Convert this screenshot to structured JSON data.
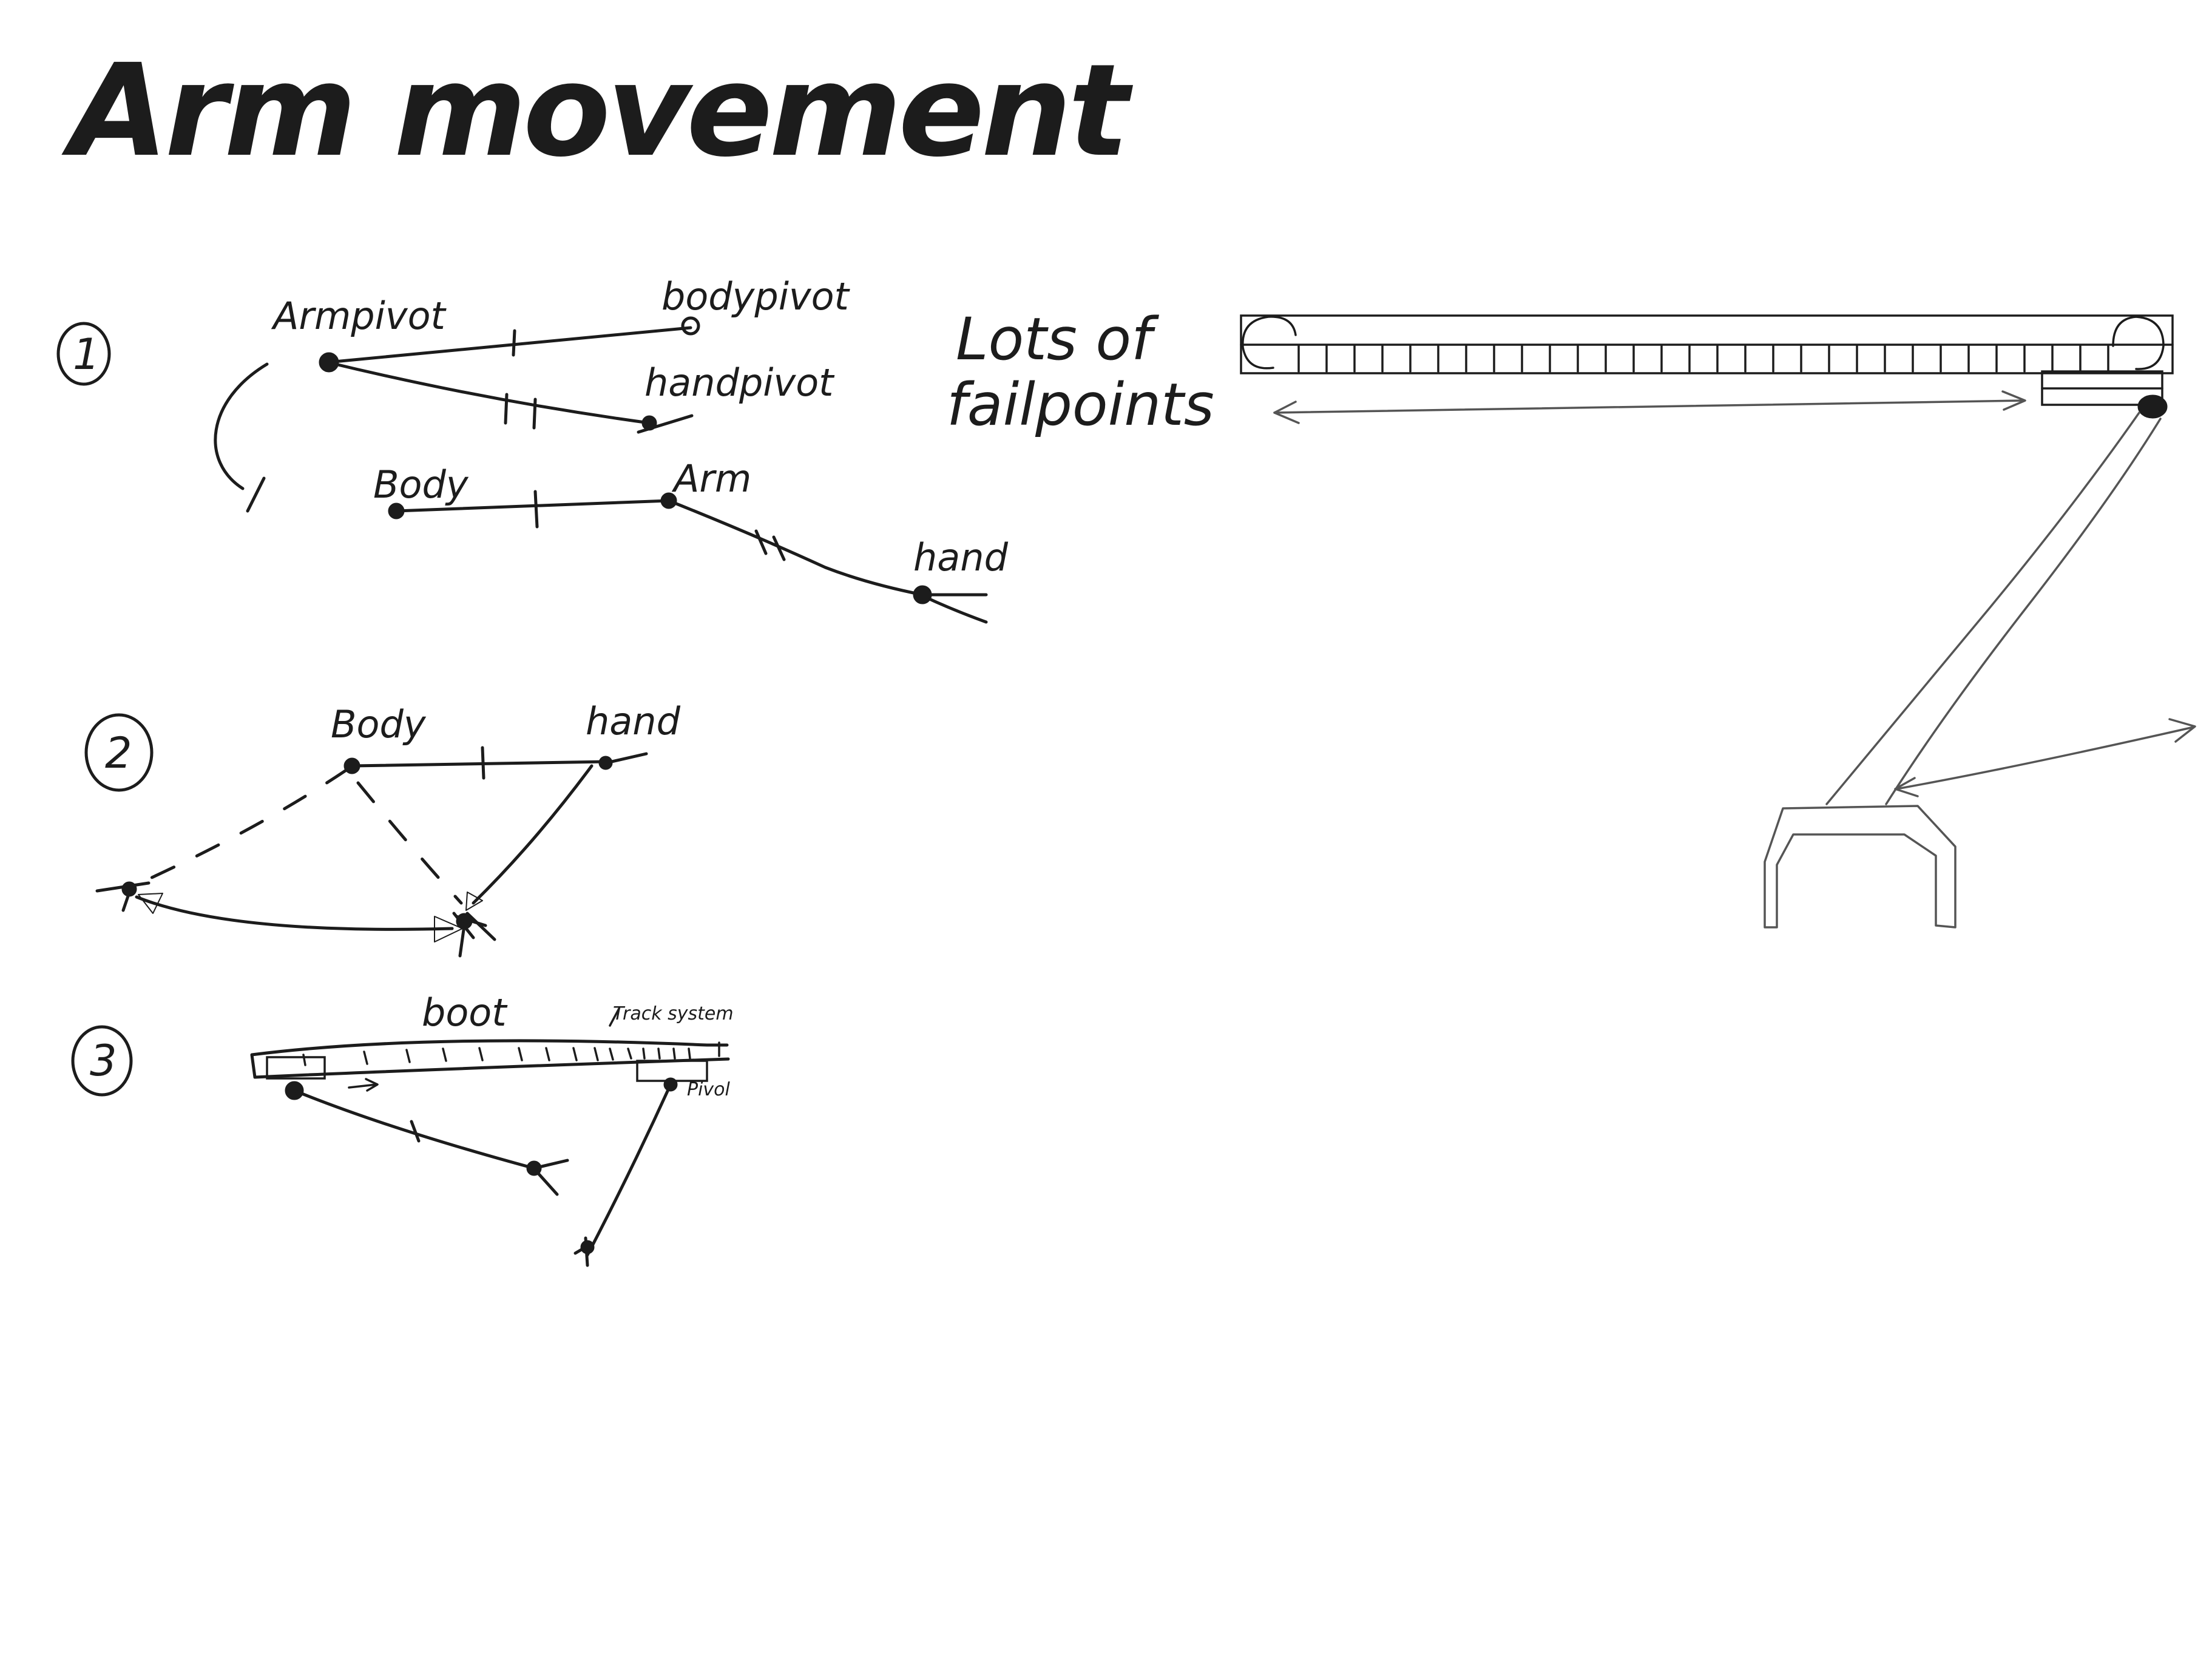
{
  "title": "Arm movement",
  "note": [
    "Lots of",
    "failpoints"
  ],
  "diagram1": {
    "number": "1",
    "labels": {
      "armpivot": "Armpivot",
      "bodypivot": "bodypivot",
      "handpivot": "handpivot",
      "body": "Body",
      "arm": "Arm",
      "hand": "hand"
    }
  },
  "diagram2": {
    "number": "2",
    "labels": {
      "body": "Body",
      "hand": "hand"
    }
  },
  "diagram3": {
    "number": "3",
    "labels": {
      "boot": "boot",
      "track": "Track system",
      "pivot": "Pivol"
    }
  }
}
